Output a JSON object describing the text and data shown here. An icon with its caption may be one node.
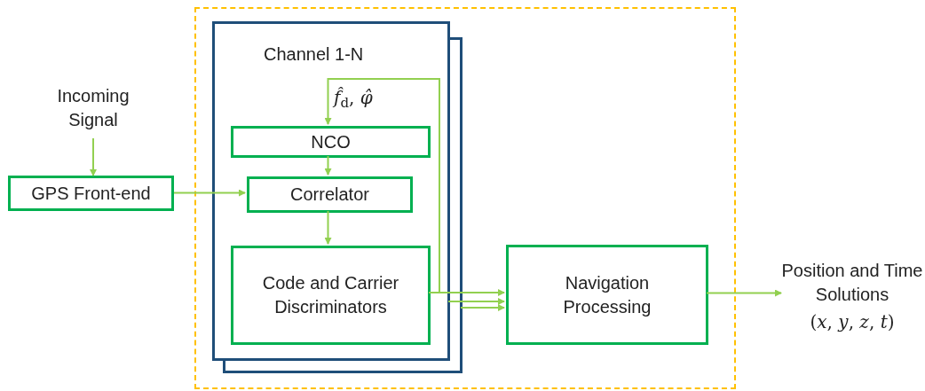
{
  "diagram": {
    "nodes": [
      {
        "text": [],
        "shape": "box"
      },
      {
        "text": [
          "Incoming Signal"
        ]
      },
      {
        "text": [
          "GPS Front-end"
        ]
      },
      {
        "text": [
          "Channel 1-N"
        ],
        "in": 0
      },
      {
        "text": [
          "NCO"
        ],
        "in": 3
      },
      {
        "text": [
          "Correlator"
        ],
        "in": 3
      },
      {
        "text": [
          "Code and Carrier Discriminators"
        ],
        "in": 3
      },
      {
        "text": [
          "Navigation Processing"
        ],
        "in": 0
      },
      {
        "text": [
          "Position and Time Solutions",
          "(*x*, *y*, *z*, *t*)"
        ]
      }
    ],
    "edges": [
      {
        "from": 1,
        "to": 2,
        "arrow": "to"
      },
      {
        "from": 2,
        "to": 5,
        "arrow": "to"
      },
      {
        "from": 4,
        "to": 5,
        "arrow": "to"
      },
      {
        "from": 5,
        "to": 6,
        "arrow": "to"
      },
      {
        "from": 6,
        "to": 4,
        "arrow": "to",
        "label": "*f̂*$_{d}$, *φ̂*"
      },
      {
        "from": 6,
        "to": 7,
        "arrow": "to"
      },
      {
        "from": 3,
        "to": 7,
        "arrow": "to"
      },
      {
        "from": 3,
        "to": 7,
        "arrow": "to"
      },
      {
        "from": 7,
        "to": 8,
        "arrow": "to"
      }
    ]
  }
}
